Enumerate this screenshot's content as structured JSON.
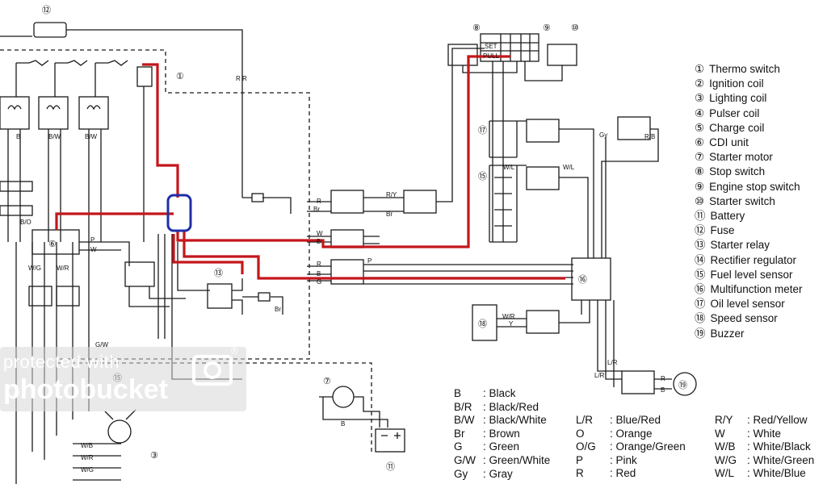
{
  "components": [
    {
      "num": "①",
      "name": "Thermo switch"
    },
    {
      "num": "②",
      "name": "Ignition coil"
    },
    {
      "num": "③",
      "name": "Lighting coil"
    },
    {
      "num": "④",
      "name": "Pulser coil"
    },
    {
      "num": "⑤",
      "name": "Charge coil"
    },
    {
      "num": "⑥",
      "name": "CDI unit"
    },
    {
      "num": "⑦",
      "name": "Starter motor"
    },
    {
      "num": "⑧",
      "name": "Stop switch"
    },
    {
      "num": "⑨",
      "name": "Engine stop switch"
    },
    {
      "num": "⑩",
      "name": "Starter switch"
    },
    {
      "num": "⑪",
      "name": "Battery"
    },
    {
      "num": "⑫",
      "name": "Fuse"
    },
    {
      "num": "⑬",
      "name": "Starter relay"
    },
    {
      "num": "⑭",
      "name": "Rectifier regulator"
    },
    {
      "num": "⑮",
      "name": "Fuel level sensor"
    },
    {
      "num": "⑯",
      "name": "Multifunction meter"
    },
    {
      "num": "⑰",
      "name": "Oil level sensor"
    },
    {
      "num": "⑱",
      "name": "Speed sensor"
    },
    {
      "num": "⑲",
      "name": "Buzzer"
    }
  ],
  "color_codes": {
    "col1": [
      {
        "code": "B",
        "name": ": Black"
      },
      {
        "code": "B/R",
        "name": ": Black/Red"
      },
      {
        "code": "B/W",
        "name": ": Black/White"
      },
      {
        "code": "Br",
        "name": ": Brown"
      },
      {
        "code": "G",
        "name": ": Green"
      },
      {
        "code": "G/W",
        "name": ": Green/White"
      },
      {
        "code": "Gy",
        "name": ": Gray"
      }
    ],
    "col2": [
      {
        "code": "L/R",
        "name": ": Blue/Red"
      },
      {
        "code": "O",
        "name": ": Orange"
      },
      {
        "code": "O/G",
        "name": ": Orange/Green"
      },
      {
        "code": "P",
        "name": ": Pink"
      },
      {
        "code": "R",
        "name": ": Red"
      }
    ],
    "col3": [
      {
        "code": "R/Y",
        "name": ": Red/Yellow"
      },
      {
        "code": "W",
        "name": ": White"
      },
      {
        "code": "W/B",
        "name": ": White/Black"
      },
      {
        "code": "W/G",
        "name": ": White/Green"
      },
      {
        "code": "W/L",
        "name": ": White/Blue"
      }
    ]
  },
  "diagram_labels": {
    "c1": "①",
    "c3": "③",
    "c6": "⑥",
    "c7": "⑦",
    "c8": "⑧",
    "c9": "⑨",
    "c10": "⑩",
    "c11": "⑪",
    "c12": "⑫",
    "c13": "⑬",
    "c15": "⑮",
    "c16": "⑯",
    "c17": "⑰",
    "c18": "⑱",
    "c19": "⑲",
    "set": "SET",
    "pull": "PULL",
    "w": "W",
    "b": "B",
    "br": "Br",
    "r": "R",
    "p": "P",
    "g": "G",
    "y": "Y",
    "bw": "B/W",
    "ry": "R/Y",
    "wl": "W/L",
    "lr": "L/R",
    "wr": "W/R",
    "gw": "G/W",
    "wb": "W/B",
    "wg": "W/G",
    "gy": "Gy",
    "rb": "R/B",
    "rr": "R R",
    "bo": "B/O"
  },
  "watermark": {
    "line1": "protected with",
    "line2": "photobucket",
    "reg": "®"
  },
  "colors": {
    "highlight": "#c4161c",
    "highlight_box": "#1f2fa8",
    "line": "#1a1a1a"
  }
}
